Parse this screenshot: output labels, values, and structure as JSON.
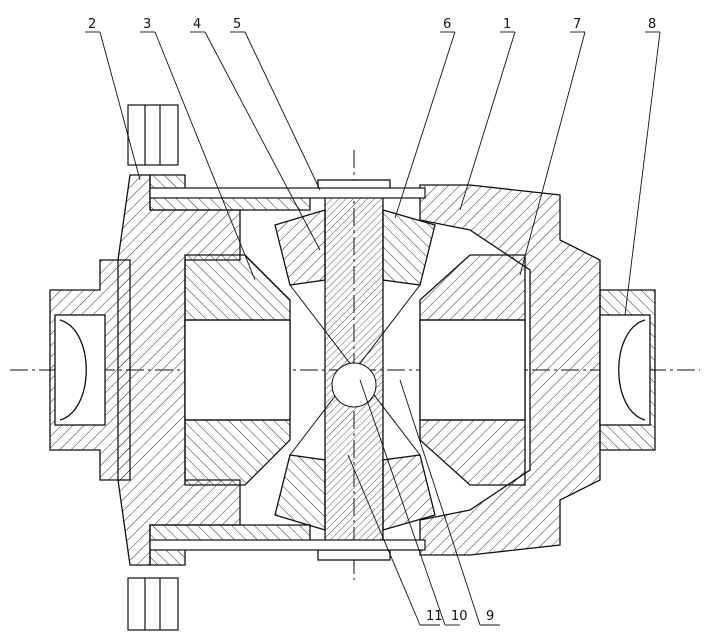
{
  "callouts": {
    "c1": "1",
    "c2": "2",
    "c3": "3",
    "c4": "4",
    "c5": "5",
    "c6": "6",
    "c7": "7",
    "c8": "8",
    "c9": "9",
    "c10": "10",
    "c11": "11"
  },
  "colors": {
    "line": "#111111",
    "hatch": "#333333",
    "background": "#ffffff"
  }
}
